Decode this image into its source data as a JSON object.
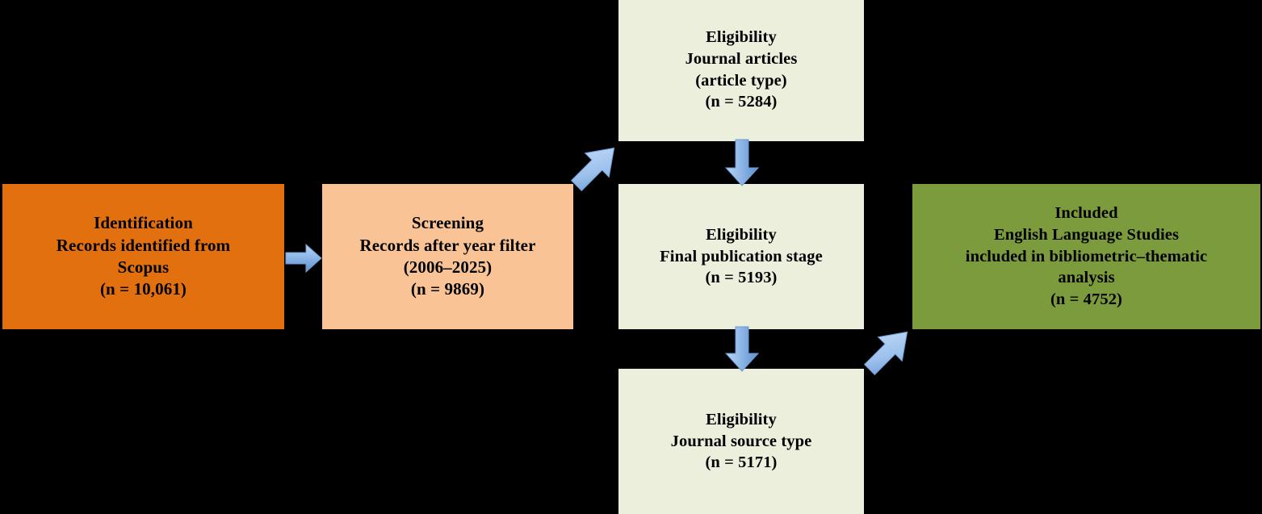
{
  "diagram": {
    "type": "prisma-flow-diagram",
    "palette": {
      "identification": "#E2700E",
      "screening": "#F9C396",
      "eligibility": "#EBEFDC",
      "included": "#7B9B3D",
      "arrow": "#8CB4E8",
      "background": "#000000",
      "text": "#000000"
    },
    "boxes": [
      {
        "id": "identification",
        "stage": "Identification",
        "lines": [
          "Identification",
          "Records identified from",
          "Scopus",
          "(n = 10,061)"
        ],
        "count": "10,061"
      },
      {
        "id": "screening",
        "stage": "Screening",
        "lines": [
          "Screening",
          "Records after year filter",
          "(2006–2025)",
          "(n = 9869)"
        ],
        "count": "9869"
      },
      {
        "id": "eligibility-article-type",
        "stage": "Eligibility",
        "lines": [
          "Eligibility",
          "Journal articles",
          "(article type)",
          "(n = 5284)"
        ],
        "count": "5284"
      },
      {
        "id": "eligibility-publication-stage",
        "stage": "Eligibility",
        "lines": [
          "Eligibility",
          "Final publication stage",
          "(n = 5193)"
        ],
        "count": "5193"
      },
      {
        "id": "eligibility-source-type",
        "stage": "Eligibility",
        "lines": [
          "Eligibility",
          "Journal source type",
          "(n = 5171)"
        ],
        "count": "5171"
      },
      {
        "id": "included",
        "stage": "Included",
        "lines": [
          "Included",
          "English Language Studies",
          "included in bibliometric–thematic",
          "analysis",
          "(n = 4752)"
        ],
        "count": "4752"
      }
    ],
    "arrows": [
      {
        "id": "identification-to-screening",
        "direction": "right"
      },
      {
        "id": "screening-to-article-type",
        "direction": "up-right"
      },
      {
        "id": "article-type-to-publication-stage",
        "direction": "down"
      },
      {
        "id": "publication-stage-to-source-type",
        "direction": "down"
      },
      {
        "id": "source-type-to-included",
        "direction": "up-right"
      }
    ]
  }
}
